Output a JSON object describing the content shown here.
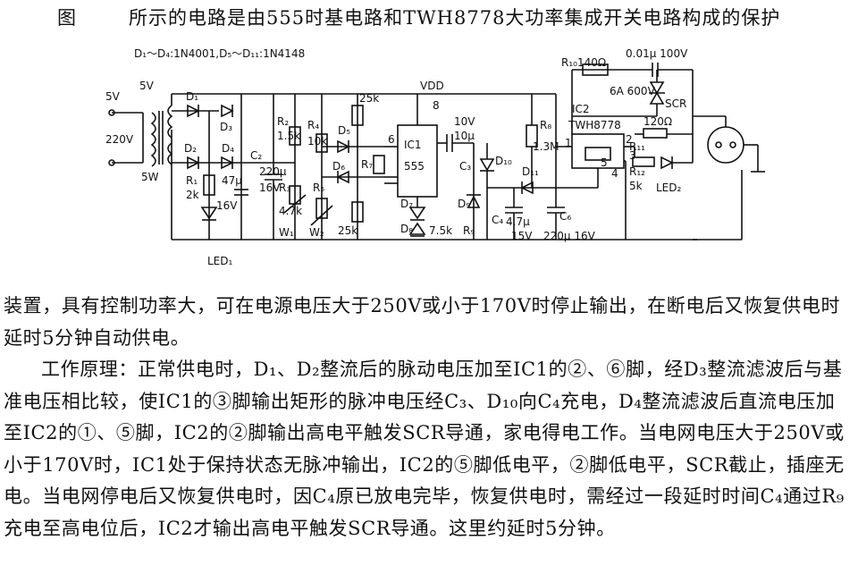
{
  "document": {
    "caption_label": "图",
    "caption_text": "所示的电路是由555时基电路和TWH8778大功率集成开关电路构成的保护",
    "paragraph_1": "装置，具有控制功率大，可在电源电压大于250V或小于170V时停止输出，在断电后又恢复供电时延时5分钟自动供电。",
    "paragraph_2": "工作原理：正常供电时，D₁、D₂整流后的脉动电压加至IC1的②、⑥脚，经D₃整流滤波后与基准电压相比较，使IC1的③脚输出矩形的脉冲电压经C₃、D₁₀向C₄充电，D₄整流滤波后直流电压加至IC2的①、⑤脚，IC2的②脚输出高电平触发SCR导通，家电得电工作。当电网电压大于250V或小于170V时，IC1处于保持状态无脉冲输出，IC2的⑤脚低电平，②脚低电平，SCR截止，插座无电。当电网停电后又恢复供电时，因C₄原已放电完毕，恢复供电时，需经过一段延时时间C₄通过R₉充电至高电位后，IC2才输出高电平触发SCR导通。这里约延时5分钟。"
  },
  "schematic": {
    "diode_note": "D₁～D₄:1N4001,D₅～D₁₁:1N4148",
    "labels": {
      "v5_in": "5V",
      "v5_sec": "5V",
      "v220": "220V",
      "w5": "5W",
      "d1": "D₁",
      "d2": "D₂",
      "d3": "D₃",
      "d4": "D₄",
      "r1": "R₁",
      "r1_val": "2k",
      "led1": "LED₁",
      "c2_val": "47μ",
      "c2": "C₂",
      "v16a": "16V",
      "c220": "220μ",
      "v16b": "16V",
      "r2": "R₂",
      "r2_val": "1.5k",
      "r3": "R₃",
      "r3_val": "4.7k",
      "w1": "W₁",
      "r4": "R₄",
      "r4_val": "10k",
      "r5": "R₅",
      "r5_val": "25k",
      "d5": "D₅",
      "d6": "D₆",
      "w2": "W₂",
      "w2_val": "25k",
      "r7": "R₇",
      "vdd": "VDD",
      "ic1": "IC1",
      "ic1_type": "555",
      "c3_v": "10V",
      "c3_cap": "10μ",
      "c3": "C₃",
      "d7": "D₇",
      "d8": "D₈",
      "d9": "D₉",
      "r9_val": "7.5k",
      "r9": "R₉",
      "c4": "C₄",
      "c4_val": "4.7μ",
      "v15": "15V",
      "d10": "D₁₀",
      "d11": "D₁₁",
      "r8": "R₈",
      "r8_val": "1.3M",
      "c6": "C₆",
      "c6_val": "220μ 16V",
      "c_top": "0.01μ 100V",
      "r10": "R₁₀140Ω",
      "ic2": "IC2",
      "ic2_type": "TWH8778",
      "scr_rating": "6A 600V",
      "scr": "SCR",
      "r11_val": "120Ω",
      "r11": "R₁₁",
      "r12": "R₁₂",
      "r12_val": "5k",
      "led2": "LED₂",
      "pin1": "1",
      "pin2": "2",
      "pin3": "3",
      "pin4": "4",
      "pin5": "5",
      "pin6": "6",
      "pin8": "8"
    }
  }
}
